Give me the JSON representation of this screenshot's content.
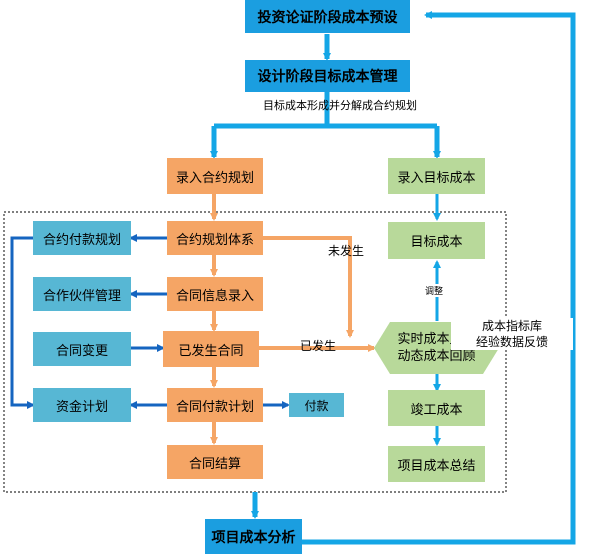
{
  "colors": {
    "blue_box": "#1b9ee0",
    "blue_arrow": "#14a6e6",
    "teal_box": "#57b7d4",
    "orange_box": "#f5a565",
    "orange_arrow": "#f5a565",
    "green_box": "#b8d99a",
    "dark_blue_arrow": "#1565c0"
  },
  "nodes": {
    "preset": "投资论证阶段成本预设",
    "design_mgmt": "设计阶段目标成本管理",
    "design_note": "目标成本形成并分解成合约规划",
    "entry_contract_plan": "录入合约规划",
    "entry_target_cost": "录入目标成本",
    "contract_plan_system": "合约规划体系",
    "contract_payment_plan": "合约付款规划",
    "partner_mgmt": "合作伙伴管理",
    "contract_info_entry": "合同信息录入",
    "contract_change": "合同变更",
    "occurred_contract": "已发生合同",
    "fund_plan": "资金计划",
    "contract_payment_schedule": "合同付款计划",
    "payment": "付款",
    "contract_settlement": "合同结算",
    "target_cost": "目标成本",
    "realtime_monitor_line1": "实时成本监控",
    "realtime_monitor_line2": "动态成本回顾",
    "completion_cost": "竣工成本",
    "project_summary": "项目成本总结",
    "project_analysis": "项目成本分析"
  },
  "labels": {
    "not_occurred": "未发生",
    "occurred": "已发生",
    "adjust": "调整",
    "feedback_line1": "成本指标库",
    "feedback_line2": "经验数据反馈"
  }
}
